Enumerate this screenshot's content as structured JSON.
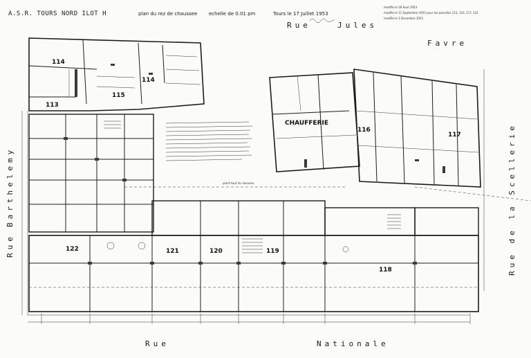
{
  "header": {
    "title": "A.S.R. TOURS NORD ILOT H",
    "subtitle": "plan du rez de chaussee",
    "scale": "echelle de 0.01 pm",
    "date": "Tours le 17 Juillet 1953",
    "revisions": [
      "modifie le 28 Aout 1953",
      "modifie le 11 Septembre 1953 pour les parcelles 115, 116, 117, 121",
      "modifie le 3 Decembre 1953"
    ]
  },
  "streets": {
    "top_rue": "Rue",
    "top_name": "Jules",
    "top_name2": "Favre",
    "left_rue": "Rue",
    "left_name": "Barthelemy",
    "right": "Rue de la Scellerie",
    "bottom_rue": "Rue",
    "bottom_name": "Nationale"
  },
  "rooms": {
    "r113": "113",
    "r114": "114",
    "r114b": "114",
    "r115": "115",
    "r116": "116",
    "r117": "117",
    "r118": "118",
    "r119": "119",
    "r120": "120",
    "r121": "121",
    "r122": "122",
    "chaufferie": "CHAUFFERIE"
  },
  "annotations": {
    "nouveau": "point haut du nouveau"
  }
}
